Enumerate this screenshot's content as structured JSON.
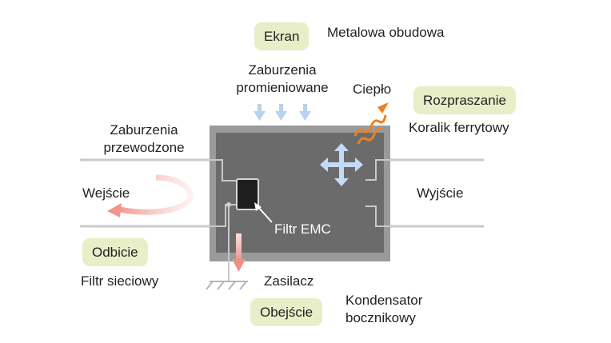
{
  "shield": {
    "badge": "Ekran",
    "description": "Metalowa obudowa"
  },
  "radiated": {
    "line1": "Zaburzenia",
    "line2": "promieniowane"
  },
  "heat": {
    "label": "Ciepło"
  },
  "dissipation": {
    "badge": "Rozpraszanie",
    "description": "Koralik ferrytowy"
  },
  "conducted": {
    "line1": "Zaburzenia",
    "line2": "przewodzone"
  },
  "input": {
    "label": "Wejście"
  },
  "output": {
    "label": "Wyjście"
  },
  "filter": {
    "label": "Filtr EMC"
  },
  "reflection": {
    "badge": "Odbicie",
    "description": "Filtr sieciowy"
  },
  "power": {
    "label": "Zasilacz"
  },
  "bypass": {
    "badge": "Obejście",
    "description_line1": "Kondensator",
    "description_line2": "bocznikowy"
  },
  "colors": {
    "enclosure_frame": "#9a9a9a",
    "enclosure_inner": "#6b6b6b",
    "badge_bg": "#e8efc8",
    "blue_arrow": "#b9d3ee",
    "orange_heat": "#f07f1e",
    "reflect_pink": "#f2a09a",
    "line_gray": "#c9c9c9"
  },
  "icons": [
    "radiated-arrow-icon",
    "heat-wave-icon",
    "four-way-arrow-icon",
    "reflection-arrow-icon",
    "ground-icon",
    "filter-component-icon"
  ]
}
